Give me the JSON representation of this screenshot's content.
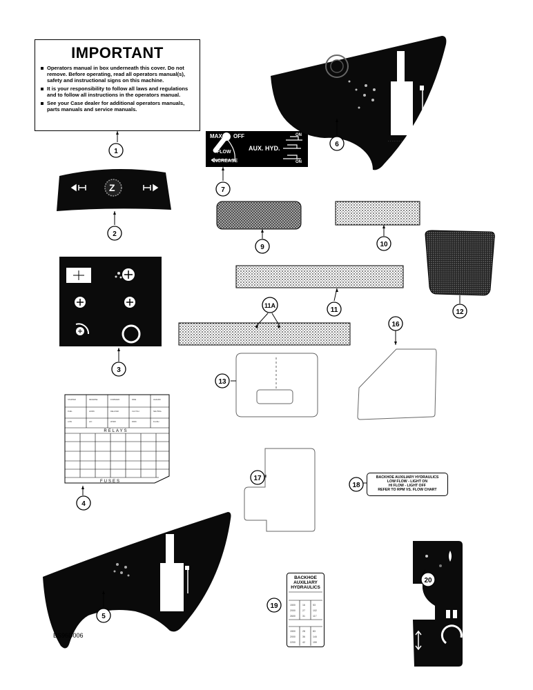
{
  "figure": {
    "id": "BS96D006"
  },
  "important_decal": {
    "title": "IMPORTANT",
    "bullets": [
      "Operators manual in box underneath this cover. Do not remove. Before operating, read all operators manual(s), safety and instructional signs on this machine.",
      "It is your responsibility to follow all laws and regulations and to follow all instructions in the operators manual.",
      "See your     Case dealer for additional operators manuals, parts manuals and service manuals."
    ]
  },
  "aux_hyd_decal": {
    "max": "MAX",
    "off": "OFF",
    "flow": "FLOW",
    "increase": "INCREASE",
    "title": "AUX. HYD.",
    "on_top": "ON",
    "on_bottom": "ON"
  },
  "label_18": {
    "lines": [
      "BACKHOE AUXILIARY HYDRAULICS",
      "LOW FLOW - LIGHT ON",
      "HI FLOW - LIGHT OFF",
      "REFER TO RPM VS. FLOW CHART"
    ]
  },
  "label_19": {
    "title_lines": [
      "BACKHOE",
      "AUXILIARY",
      "HYDRAULICS"
    ]
  },
  "fuse_chart": {
    "relays_label": "RELAYS",
    "fuses_label": "FUSES"
  },
  "callouts": [
    "1",
    "2",
    "3",
    "4",
    "5",
    "6",
    "7",
    "9",
    "10",
    "11",
    "11A",
    "12",
    "13",
    "16",
    "17",
    "18",
    "19",
    "20"
  ]
}
